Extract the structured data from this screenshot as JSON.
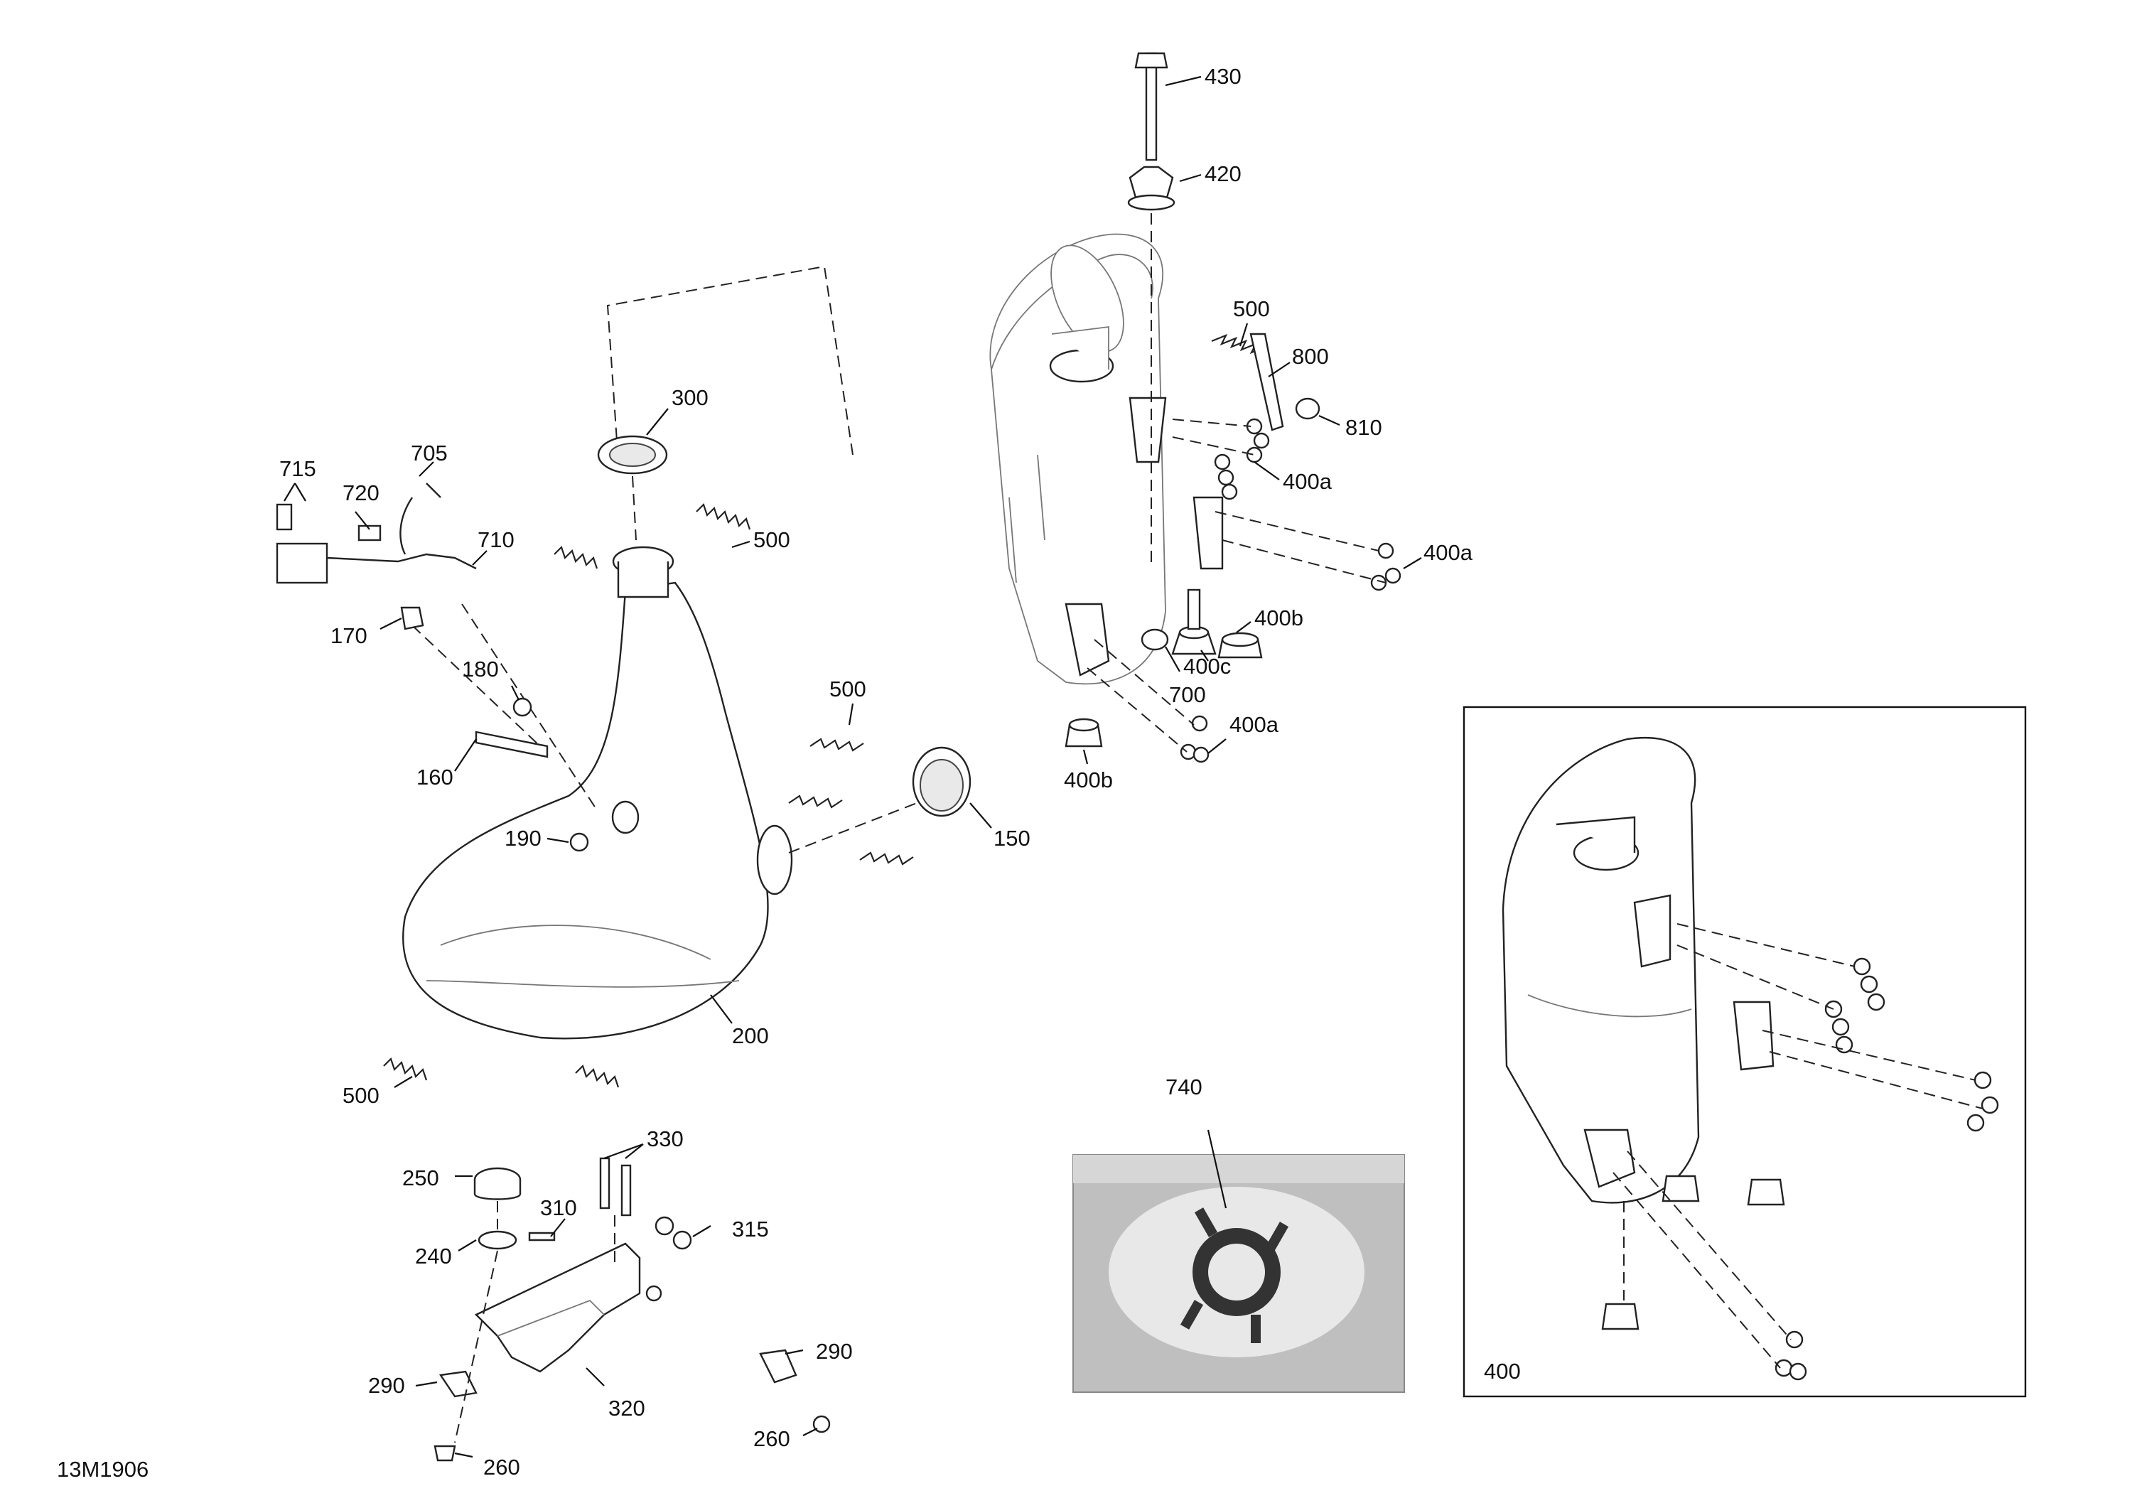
{
  "diagram_code": "13M1906",
  "inset_label": "400",
  "callouts": {
    "c430": "430",
    "c420": "420",
    "c500_top": "500",
    "c800": "800",
    "c810": "810",
    "c400a_1": "400a",
    "c400a_2": "400a",
    "c400a_3": "400a",
    "c400b_1": "400b",
    "c400b_2": "400b",
    "c400c": "400c",
    "c700": "700",
    "c300": "300",
    "c715": "715",
    "c705": "705",
    "c720": "720",
    "c710": "710",
    "c500_mid": "500",
    "c170": "170",
    "c180": "180",
    "c160": "160",
    "c500_right": "500",
    "c150": "150",
    "c190": "190",
    "c200": "200",
    "c500_left": "500",
    "c330": "330",
    "c250": "250",
    "c310": "310",
    "c315": "315",
    "c240": "240",
    "c290_r": "290",
    "c290_l": "290",
    "c320": "320",
    "c260_r": "260",
    "c260_l": "260",
    "c740": "740"
  }
}
